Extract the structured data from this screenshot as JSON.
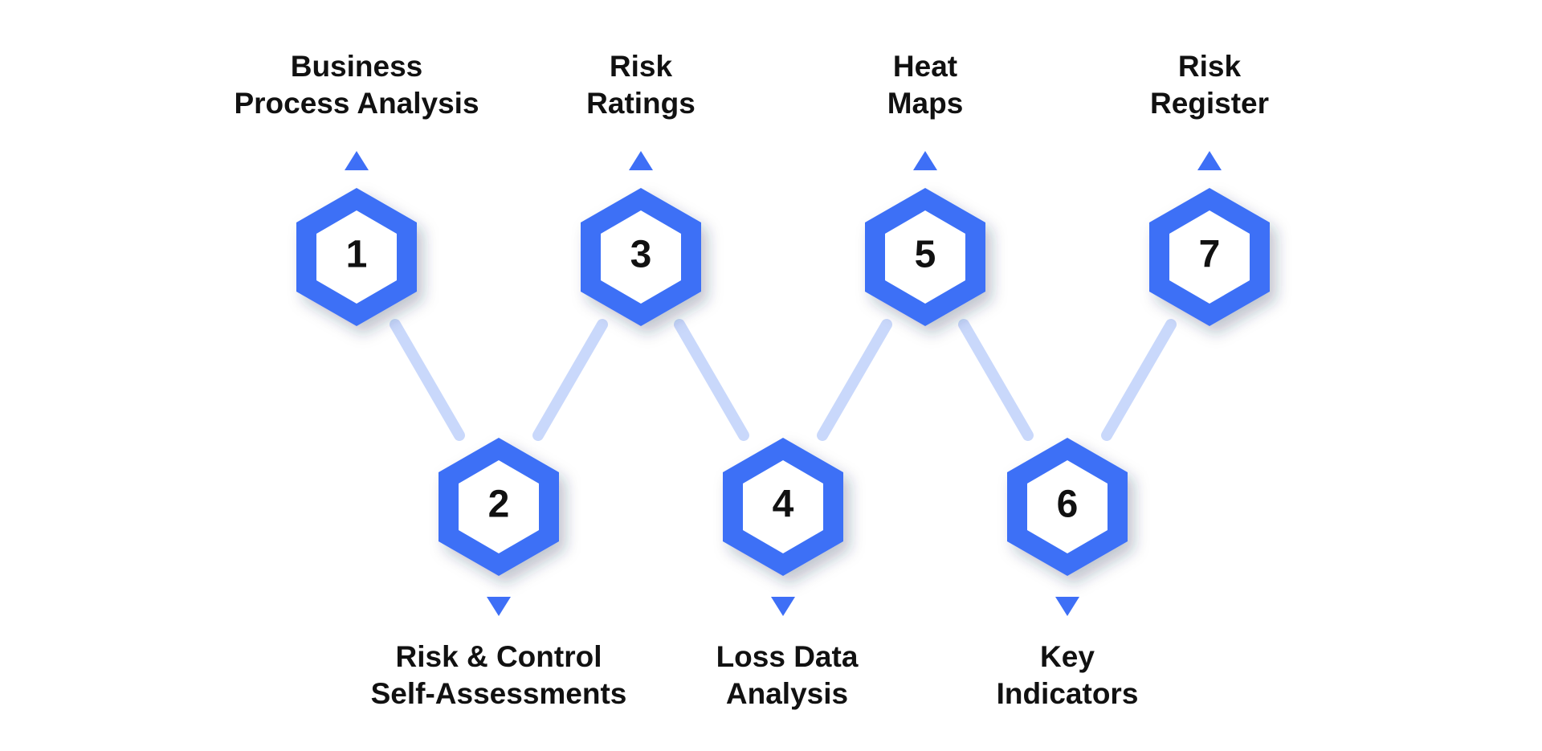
{
  "colors": {
    "hex_outer": "#3e6ff6",
    "hex_inner": "#ffffff",
    "connector": "#c9d8fb",
    "arrow": "#3e6ff6",
    "text": "#111111"
  },
  "steps": [
    {
      "number": "1",
      "position": "top",
      "label_line1": "Business",
      "label_line2": "Process Analysis"
    },
    {
      "number": "2",
      "position": "bottom",
      "label_line1": "Risk & Control",
      "label_line2": "Self-Assessments"
    },
    {
      "number": "3",
      "position": "top",
      "label_line1": "Risk",
      "label_line2": "Ratings"
    },
    {
      "number": "4",
      "position": "bottom",
      "label_line1": "Loss Data",
      "label_line2": "Analysis"
    },
    {
      "number": "5",
      "position": "top",
      "label_line1": "Heat",
      "label_line2": "Maps"
    },
    {
      "number": "6",
      "position": "bottom",
      "label_line1": "Key",
      "label_line2": "Indicators"
    },
    {
      "number": "7",
      "position": "top",
      "label_line1": "Risk",
      "label_line2": "Register"
    }
  ]
}
